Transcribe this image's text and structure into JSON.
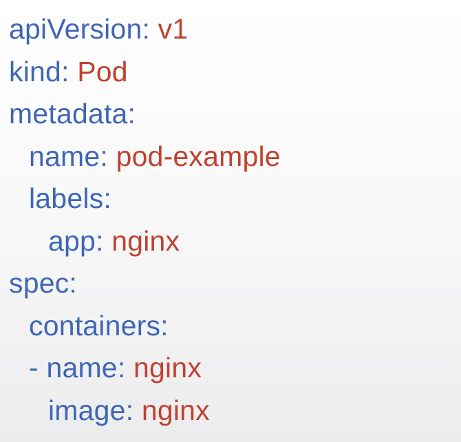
{
  "colors": {
    "key": "#3f66b6",
    "value": "#bf4230"
  },
  "yaml": {
    "line1": {
      "key": "apiVersion",
      "value": "v1"
    },
    "line2": {
      "key": "kind",
      "value": "Pod"
    },
    "line3": {
      "key": "metadata"
    },
    "line4": {
      "key": "name",
      "value": "pod-example"
    },
    "line5": {
      "key": "labels"
    },
    "line6": {
      "key": "app",
      "value": "nginx"
    },
    "line7": {
      "key": "spec"
    },
    "line8": {
      "key": "containers"
    },
    "line9": {
      "dash": "-",
      "key": "name",
      "value": "nginx"
    },
    "line10": {
      "key": "image",
      "value": "nginx"
    }
  }
}
